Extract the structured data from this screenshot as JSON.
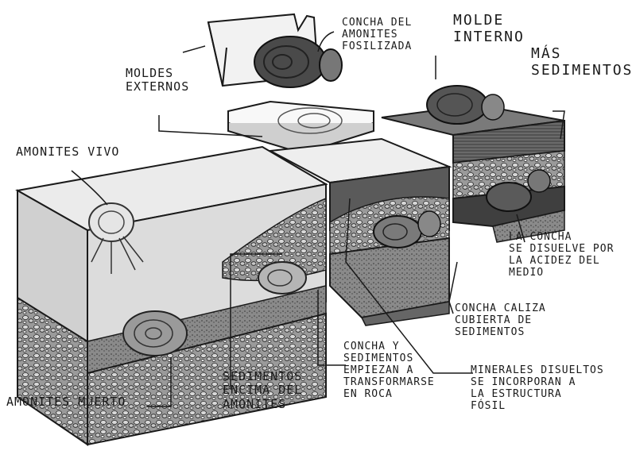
{
  "labels": {
    "concha_fosilizada": "CONCHA DEL\nAMONITES\nFOSILIZADA",
    "molde_interno": "MOLDE\nINTERNO",
    "mas_sedimentos": "MÁS\nSEDIMENTOS",
    "moldes_externos": "MOLDES\nEXTERNOS",
    "amonites_vivo": "AMONITES VIVO",
    "concha_disuelve": "LA CONCHA\nSE DISUELVE POR\nLA ACIDEZ DEL MEDIO",
    "concha_caliza": "CONCHA CALIZA\nCUBIERTA DE\nSEDIMENTOS",
    "concha_sedimentos_roca": "CONCHA Y\nSEDIMENTOS\nEMPIEZAN A\nTRANSFORMARSE\nEN ROCA",
    "minerales": "MINERALES DISUELTOS\nSE INCORPORAN A\nLA ESTRUCTURA\nFÓSIL",
    "sedimentos_encima": "SEDIMENTOS\nENCIMA DEL\nAMONITES",
    "amonites_muerto": "AMONITES MUERTO"
  },
  "colors": {
    "ink": "#1a1a1a",
    "water": "#d9d9d9",
    "sand": "#a8a8a8",
    "dark_sediment": "#555555",
    "rock": "#6e6e6e",
    "shell": "#8c8c8c"
  }
}
